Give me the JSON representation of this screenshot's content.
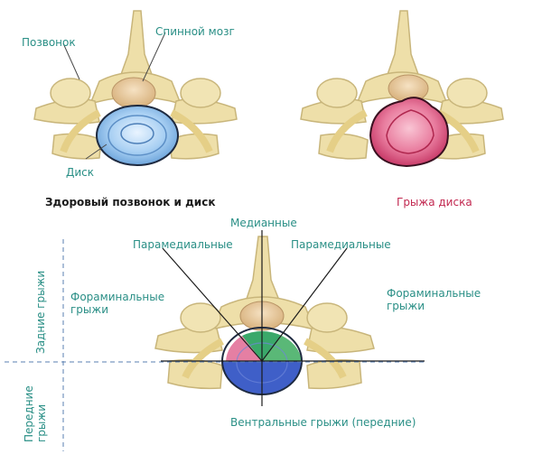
{
  "top_left": {
    "label_vertebra": "Позвонок",
    "label_spinal_cord": "Спинной мозг",
    "label_disc": "Диск",
    "caption": "Здоровый позвонок и диск"
  },
  "top_right": {
    "caption": "Грыжа диска"
  },
  "bottom": {
    "label_median": "Медианные",
    "label_paramedial_left": "Парамедиальные",
    "label_paramedial_right": "Парамедиальные",
    "label_foraminal_left": "Фораминальные\nгрыжи",
    "label_foraminal_right": "Фораминальные\nгрыжи",
    "label_ventral": "Вентральные грыжи (передние)",
    "axis_posterior": "Задние грыжи",
    "axis_anterior": "Передние\nгрыжи"
  },
  "colors": {
    "bone": "#eedfa9",
    "bone_stroke": "#c8b57a",
    "cord": "#e7c79a",
    "disc_healthy": "#9fc8ef",
    "disc_herniated": "#e6698f",
    "zone_green": "#3aa86a",
    "zone_blue": "#3f5fc8",
    "label_teal": "#2a8f86"
  }
}
